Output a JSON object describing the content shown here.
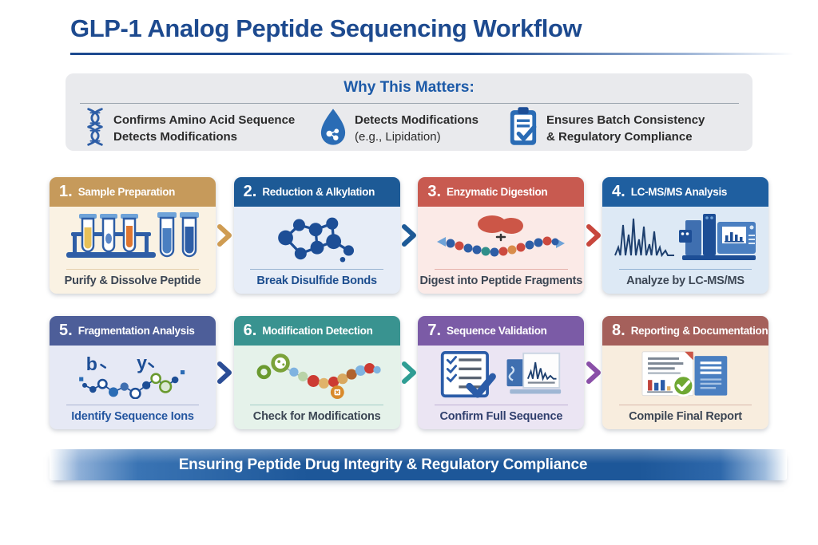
{
  "page_title": "GLP-1 Analog Peptide Sequencing Workflow",
  "colors": {
    "accent_title": "#1d4a8f",
    "accent_why": "#1c5aa8",
    "banner_blue": "#1d5799",
    "text_dark": "#2b2b2b"
  },
  "why": {
    "title": "Why This Matters:",
    "items": [
      {
        "icon": "dna-icon",
        "line1": "Confirms Amino Acid Sequence",
        "line2": "Detects Modifications"
      },
      {
        "icon": "droplet-icon",
        "line1": "Detects Modifications",
        "line2": "(e.g., Lipidation)"
      },
      {
        "icon": "clipboard-check-icon",
        "line1": "Ensures Batch Consistency",
        "line2": "& Regulatory Compliance"
      }
    ]
  },
  "steps": [
    {
      "number": "1.",
      "title": "Sample Preparation",
      "caption": "Purify & Dissolve Peptide",
      "icon": "test-tubes-icon",
      "colors": {
        "header": "#c69a5b",
        "body": "#faf2e3",
        "caption": "#3c4654",
        "arrow": "#cf9c52"
      }
    },
    {
      "number": "2.",
      "title": "Reduction & Alkylation",
      "caption": "Break Disulfide Bonds",
      "icon": "molecule-icon",
      "colors": {
        "header": "#1d5a96",
        "body": "#e7edf7",
        "caption": "#1d4e8f",
        "arrow": "#1d5a96"
      }
    },
    {
      "number": "3.",
      "title": "Enzymatic Digestion",
      "caption": "Digest into Peptide Fragments",
      "icon": "enzyme-digestion-icon",
      "colors": {
        "header": "#c85a50",
        "body": "#fbeae7",
        "caption": "#3c4654",
        "arrow": "#c8473d"
      }
    },
    {
      "number": "4.",
      "title": "LC-MS/MS Analysis",
      "caption": "Analyze by LC-MS/MS",
      "icon": "lcms-instrument-icon",
      "colors": {
        "header": "#1f5fa0",
        "body": "#dde9f5",
        "caption": "#3c4654",
        "arrow": ""
      }
    },
    {
      "number": "5.",
      "title": "Fragmentation Analysis",
      "caption": "Identify Sequence Ions",
      "icon": "by-ions-icon",
      "colors": {
        "header": "#4d5e99",
        "body": "#e6e9f5",
        "caption": "#2456a0",
        "arrow": "#2b4d96"
      }
    },
    {
      "number": "6.",
      "title": "Modification Detection",
      "caption": "Check for Modifications",
      "icon": "modified-beads-icon",
      "colors": {
        "header": "#399390",
        "body": "#e5f2ea",
        "caption": "#3c4654",
        "arrow": "#2f9d94"
      }
    },
    {
      "number": "7.",
      "title": "Sequence Validation",
      "caption": "Confirm Full Sequence",
      "icon": "checklist-icon",
      "colors": {
        "header": "#7b5ba6",
        "body": "#ebe5f3",
        "caption": "#31406e",
        "arrow": "#8a4fa8"
      }
    },
    {
      "number": "8.",
      "title": "Reporting & Documentation",
      "caption": "Compile Final Report",
      "icon": "report-icon",
      "colors": {
        "header": "#a5605b",
        "body": "#f8edde",
        "caption": "#3c4654",
        "arrow": ""
      }
    }
  ],
  "banner": {
    "text": "Ensuring Peptide Drug Integrity & Regulatory Compliance"
  }
}
